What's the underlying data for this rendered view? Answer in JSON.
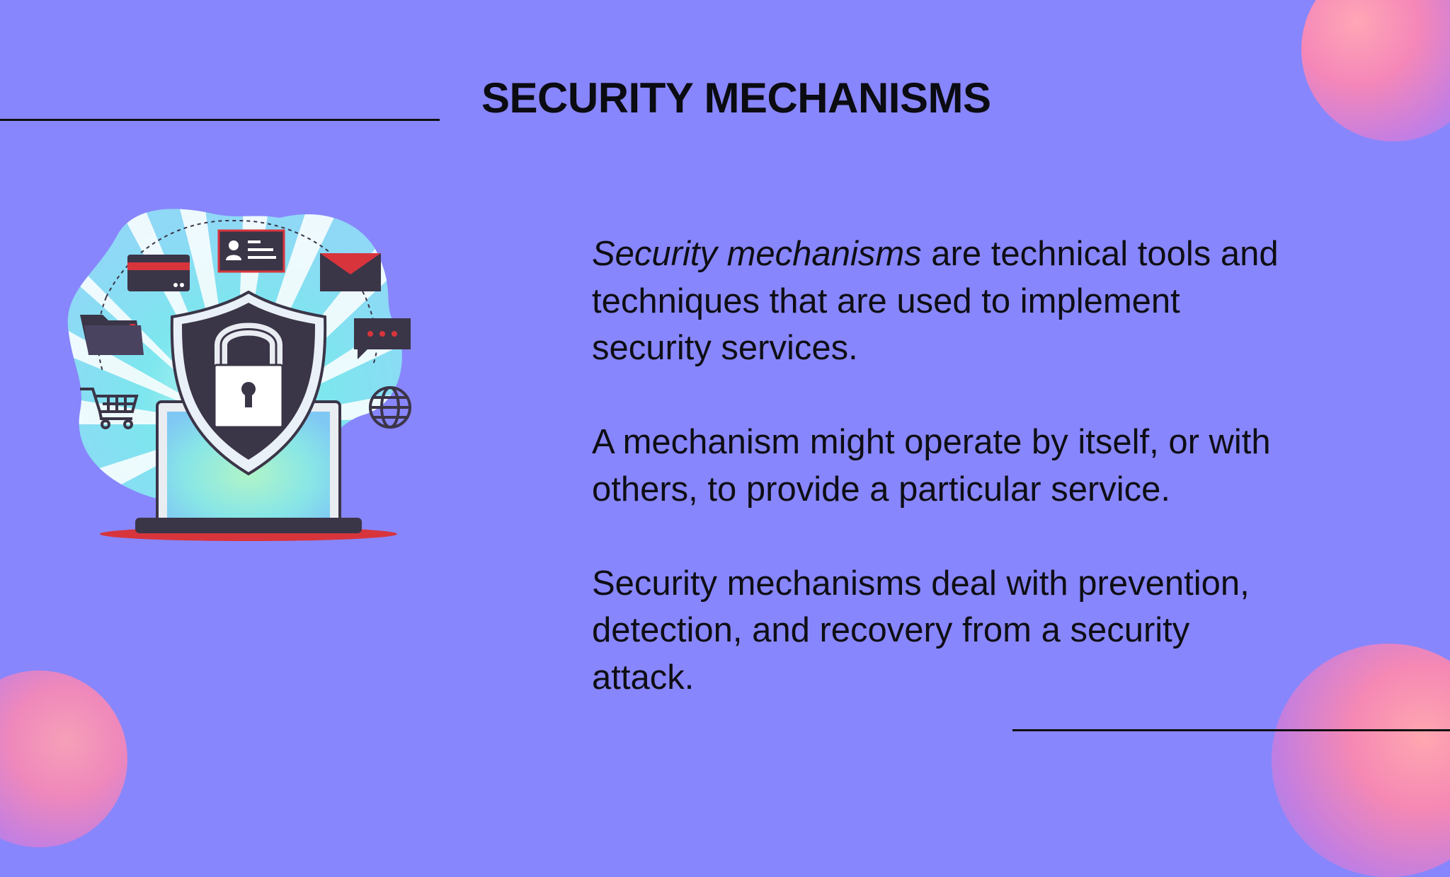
{
  "slide": {
    "title": "SECURITY MECHANISMS",
    "paragraphs": [
      {
        "emphasis": "Security mechanisms",
        "text": " are technical tools and techniques that are used to implement security services."
      },
      {
        "text": "A mechanism might operate by itself, or with others, to provide a particular service."
      },
      {
        "text": "Security mechanisms deal with prevention, detection, and recovery from a security attack."
      }
    ]
  },
  "illustration": {
    "subject": "laptop-with-shield-and-padlock",
    "icons": [
      "credit-card-icon",
      "id-card-icon",
      "envelope-icon",
      "folder-icon",
      "chat-bubble-icon",
      "shopping-cart-icon",
      "globe-icon",
      "shield-icon",
      "padlock-icon"
    ]
  },
  "colors": {
    "background": "#8886fc",
    "title_text": "#0b0b12",
    "body_text": "#0e0e14",
    "accent_red": "#d8343c",
    "dark_icon": "#3b3548",
    "blob_cyan": "#7ee8ee",
    "orb_pink": "#f588b4"
  }
}
